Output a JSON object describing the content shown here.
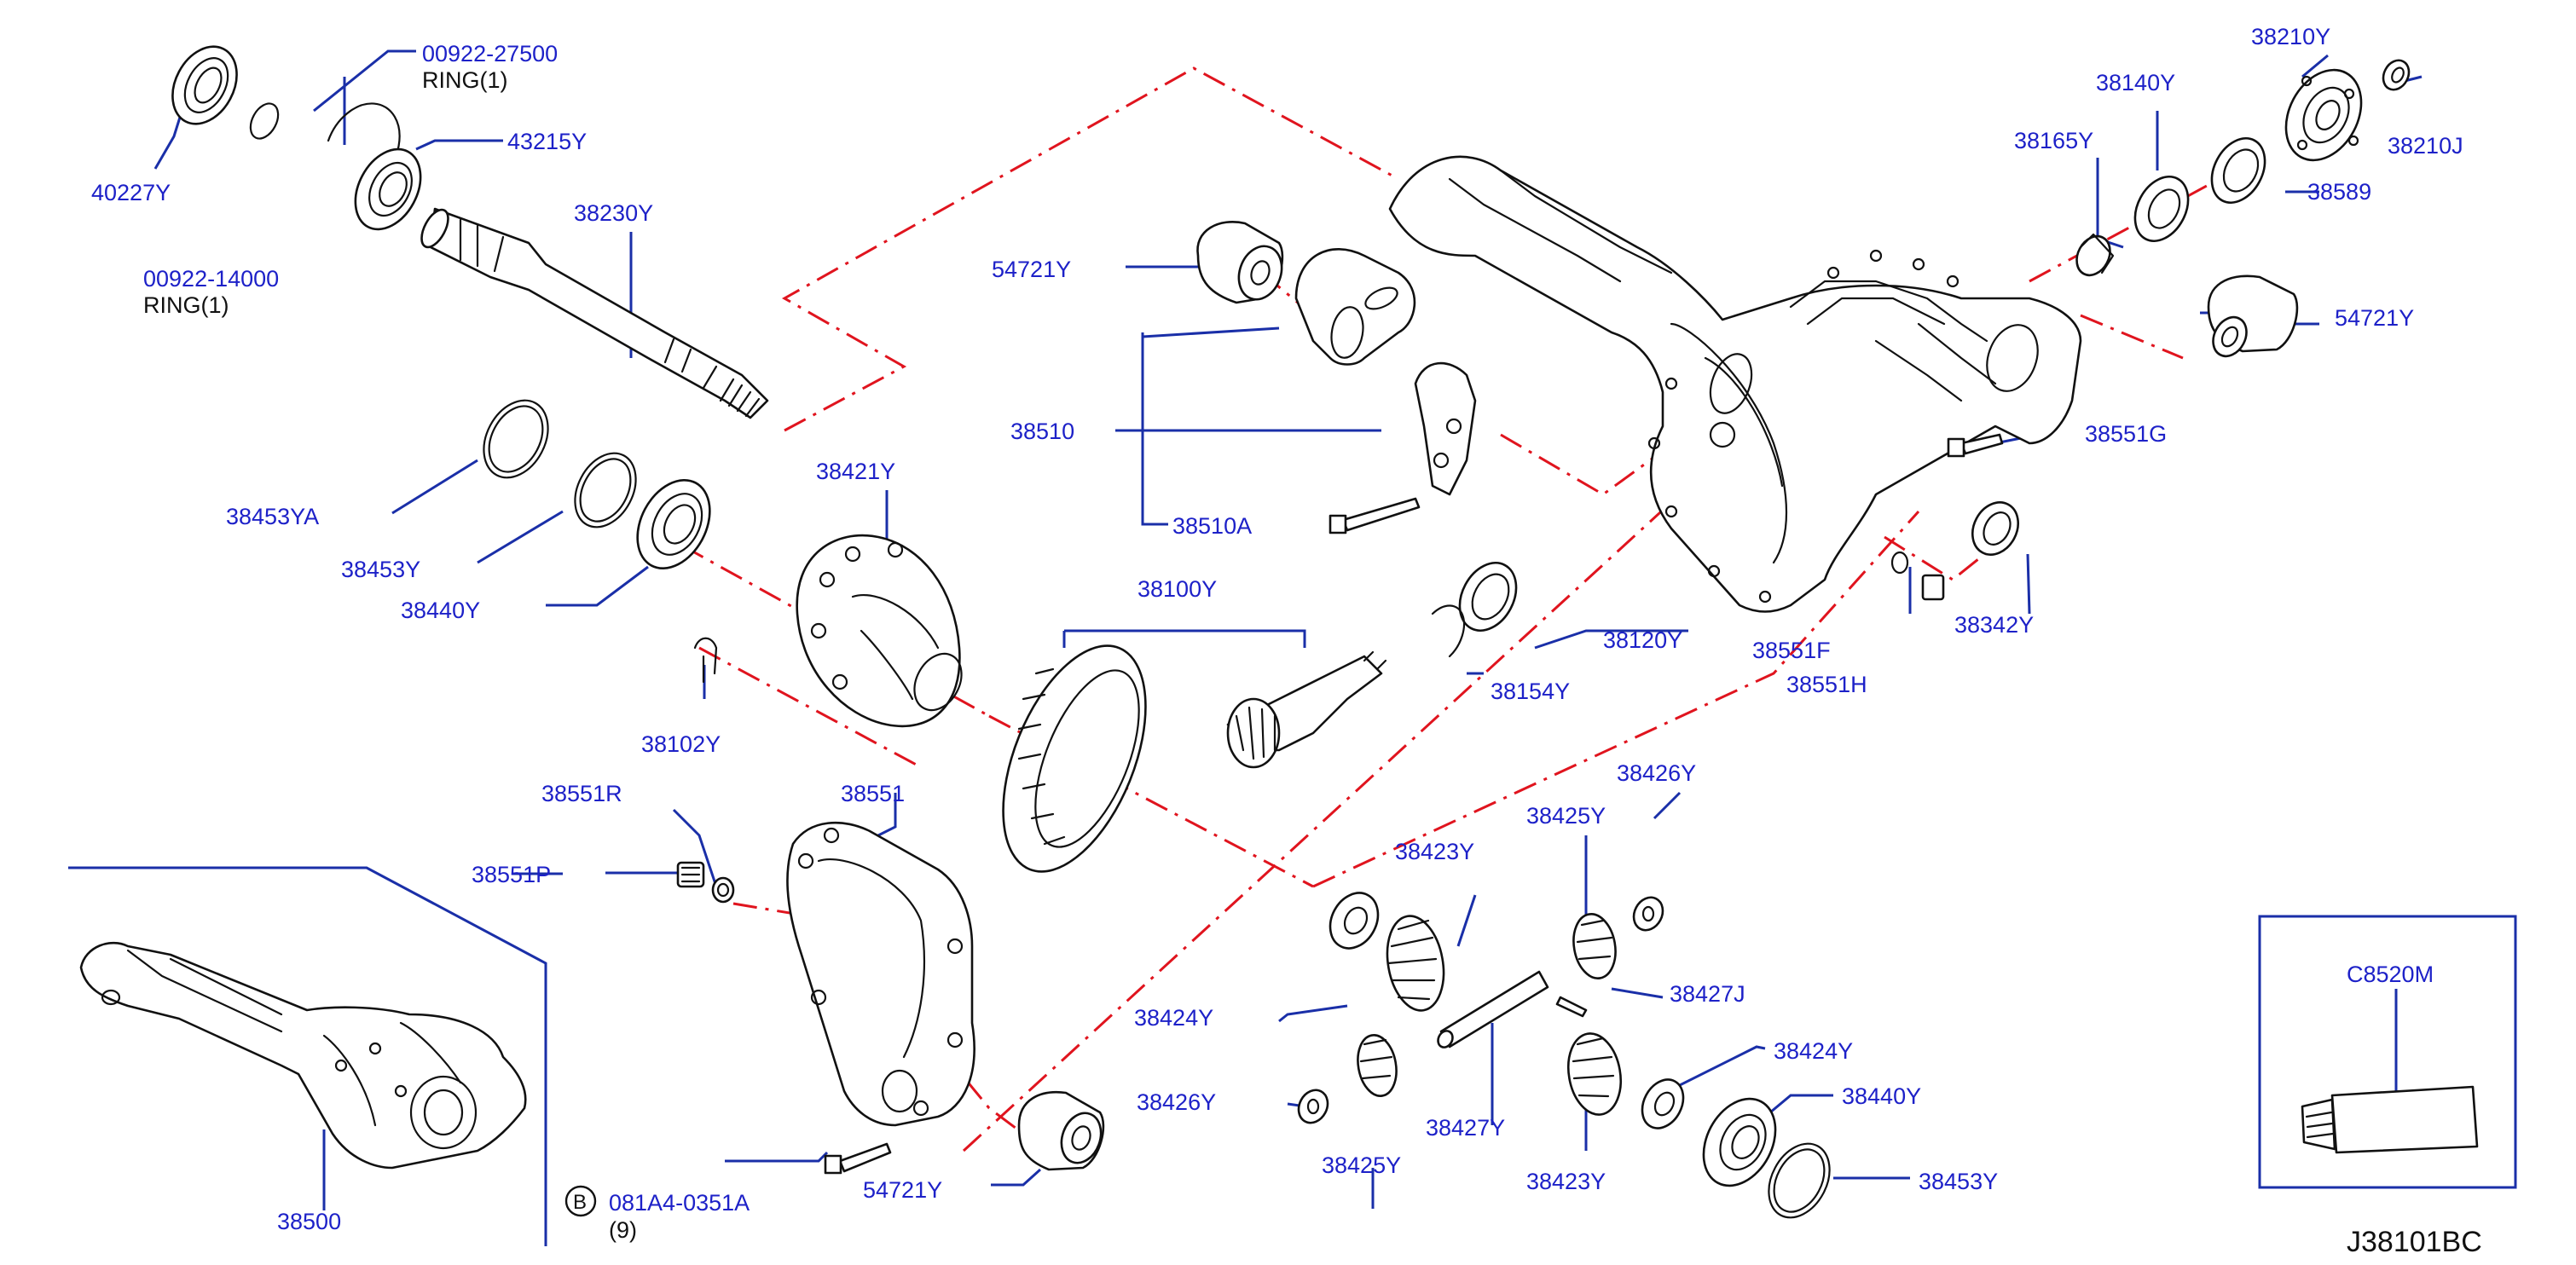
{
  "figure_code": "J38101BC",
  "labels": {
    "p40227y": "40227Y",
    "p00922_27500": "00922-27500",
    "ring1a": "RING(1)",
    "p43215y": "43215Y",
    "p00922_14000": "00922-14000",
    "ring1b": "RING(1)",
    "p38230y": "38230Y",
    "p38453ya": "38453YA",
    "p38453y_a": "38453Y",
    "p38440y_a": "38440Y",
    "p38421y": "38421Y",
    "p38102y": "38102Y",
    "p38551r": "38551R",
    "p38551p": "38551P",
    "p38551": "38551",
    "p38500": "38500",
    "p081a4": "081A4-0351A",
    "bolt_qty": "(9)",
    "bolt_marker": "B",
    "p54721y_a": "54721Y",
    "p38510": "38510",
    "p38510a": "38510A",
    "p38100y": "38100Y",
    "p38120y": "38120Y",
    "p38154y": "38154Y",
    "p38551f": "38551F",
    "p38551h": "38551H",
    "p38342y": "38342Y",
    "p38551g": "38551G",
    "p54721y_b": "54721Y",
    "p38165y": "38165Y",
    "p38140y": "38140Y",
    "p38210y": "38210Y",
    "p38210j": "38210J",
    "p38589": "38589",
    "p38426y_a": "38426Y",
    "p38425y_a": "38425Y",
    "p38423y_a": "38423Y",
    "p38427j": "38427J",
    "p38424y_a": "38424Y",
    "p38424y_b": "38424Y",
    "p38440y_b": "38440Y",
    "p38426y_b": "38426Y",
    "p38425y_b": "38425Y",
    "p38427y": "38427Y",
    "p38423y_b": "38423Y",
    "p38453y_b": "38453Y",
    "p54721y_c": "54721Y",
    "pc8520m": "C8520M"
  },
  "colors": {
    "part_number": "#1d21c8",
    "leader": "#1a2fa8",
    "centerline": "#e0141e",
    "outline": "#111111"
  }
}
